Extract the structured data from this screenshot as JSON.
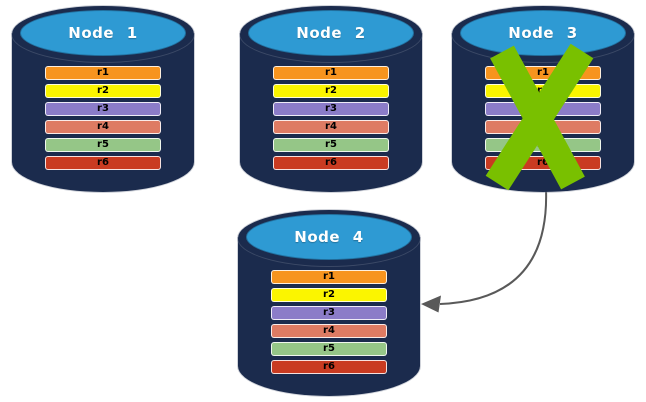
{
  "diagram": {
    "description": "database replication after node failure"
  },
  "records": [
    {
      "label": "r1",
      "color": "#F7941E"
    },
    {
      "label": "r2",
      "color": "#FBF500"
    },
    {
      "label": "r3",
      "color": "#8B7CC8"
    },
    {
      "label": "r4",
      "color": "#DE7B63"
    },
    {
      "label": "r5",
      "color": "#95C687"
    },
    {
      "label": "r6",
      "color": "#C93B21"
    }
  ],
  "nodes": [
    {
      "id": "node-1",
      "title": "Node 1",
      "failed": false
    },
    {
      "id": "node-2",
      "title": "Node 2",
      "failed": false
    },
    {
      "id": "node-3",
      "title": "Node 3",
      "failed": true
    },
    {
      "id": "node-4",
      "title": "Node 4",
      "failed": false
    }
  ],
  "arrow": {
    "from": "node-3",
    "to": "node-4"
  },
  "colors": {
    "cylinder_body": "#1B2B4D",
    "cylinder_top": "#2E9AD3",
    "failure_x": "#79C000",
    "arrow": "#595959",
    "title_text": "#ffffff",
    "record_text": "#000000"
  }
}
